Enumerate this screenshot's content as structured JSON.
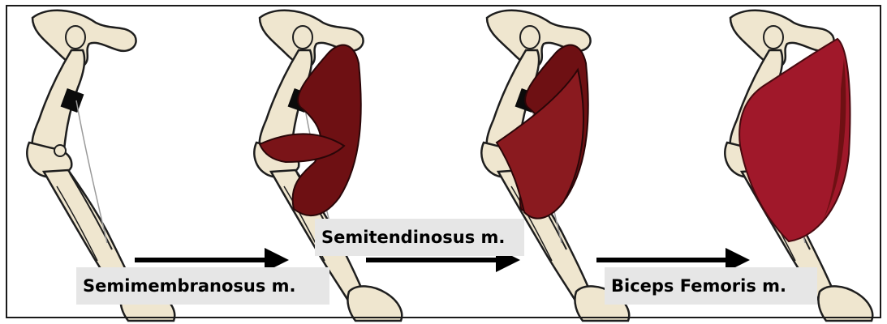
{
  "labels": {
    "semimembranosus": "Semimembranosus m.",
    "semitendinosus": "Semitendinosus m.",
    "biceps_femoris": "Biceps Femoris m."
  },
  "colors": {
    "bone_fill": "#efe6cf",
    "bone_outline": "#1e1e1e",
    "muscle_dark": "#6e1013",
    "muscle_mid": "#8a1a1f",
    "muscle_bright": "#a0182a",
    "arrow": "#000000",
    "label_background": "#e6e6e6"
  }
}
